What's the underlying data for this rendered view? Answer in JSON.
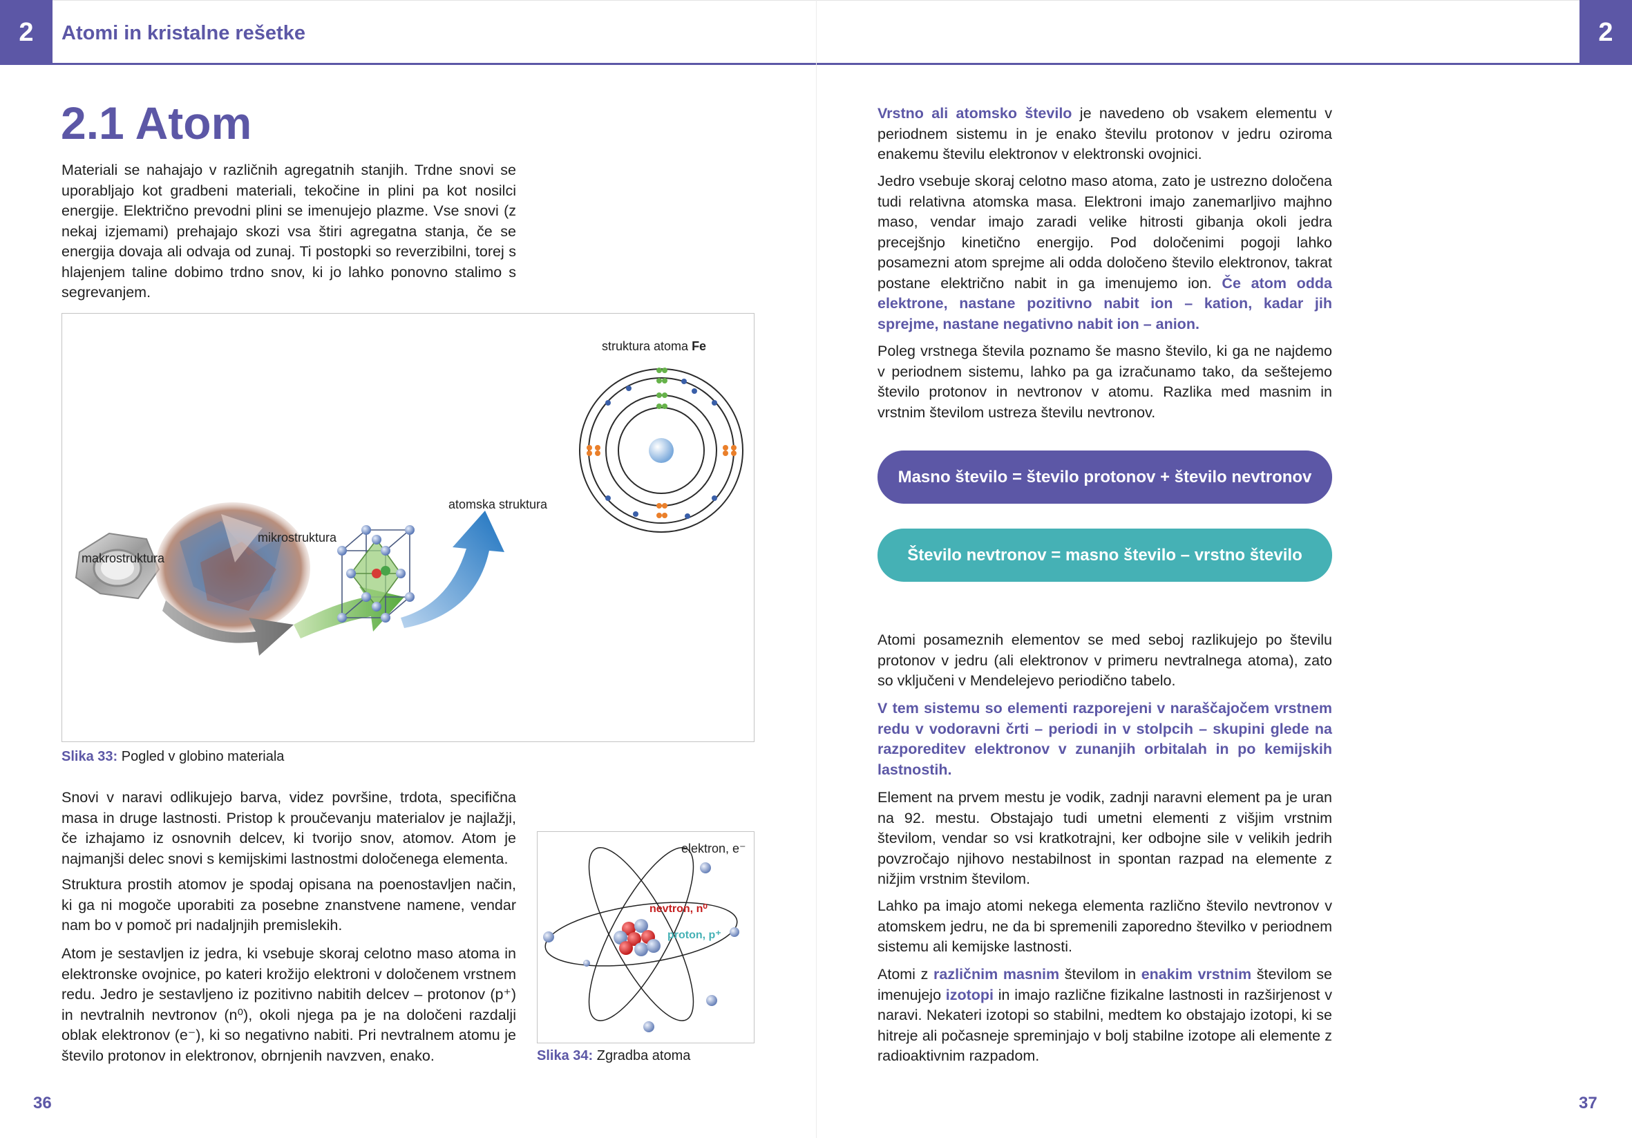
{
  "left_page": {
    "chapter_number": "2",
    "chapter_title": "Atomi in kristalne rešetke",
    "section_title": "2.1 Atom",
    "intro_paragraph": "Materiali se nahajajo v različnih agregatnih stanjih. Trdne snovi se uporabljajo kot gradbeni materiali, tekočine in plini pa kot nosilci energije. Električno prevodni plini se imenujejo plazme. Vse snovi (z nekaj izjemami) prehajajo skozi vsa štiri agregatna stanja, če se energija dovaja ali odvaja od zunaj. Ti postopki so reverzibilni, torej s hlajenjem taline dobimo trdno snov, ki jo lahko ponovno stalimo s segrevanjem.",
    "figure33": {
      "labels": {
        "makro": "makrostruktura",
        "mikro": "mikrostruktura",
        "atomska": "atomska struktura",
        "struktura_prefix": "struktura atoma ",
        "struktura_element": "Fe"
      },
      "caption_label": "Slika 33:",
      "caption_text": " Pogled v globino materiala"
    },
    "paragraph2": "Snovi v naravi odlikujejo barva, videz površine, trdota, specifična masa in druge lastnosti. Pristop k proučevanju materialov je najlažji, če izhajamo iz osnovnih delcev, ki tvorijo snov, atomov. Atom je najmanjši delec snovi s kemijskimi lastnostmi določenega elementa.",
    "paragraph3": "Struktura prostih atomov je spodaj opisana na poenostavljen način, ki ga ni mogoče uporabiti za posebne znanstvene namene, vendar nam bo v pomoč pri nadaljnjih premislekih.",
    "paragraph4_html": "Atom je sestavljen iz jedra, ki vsebuje skoraj celotno maso atoma in elektronske ovojnice, po kateri krožijo elektroni v določenem vrstnem redu. Jedro je sestavljeno iz pozitivno nabitih delcev – protonov (p⁺) in nevtralnih nevtronov (n⁰), okoli njega pa je na določeni razdalji oblak elektronov (e⁻), ki so negativno nabiti. Pri nevtralnem atomu je število protonov in elektronov, obrnjenih navzven, enako.",
    "figure34": {
      "elektron": "elektron, e⁻",
      "nevtron": "nevtron, n⁰",
      "proton": "proton, p⁺",
      "caption_label": "Slika 34:",
      "caption_text": " Zgradba atoma"
    },
    "page_number": "36"
  },
  "right_page": {
    "chapter_number": "2",
    "p1_hl": "Vrstno ali atomsko število",
    "p1_rest": " je navedeno ob vsakem elementu v periodnem sistemu in je enako številu protonov v jedru oziroma enakemu številu elektronov v elektronski ovojnici.",
    "p2_text": "Jedro vsebuje skoraj celotno maso atoma, zato je ustrezno določena tudi relativna atomska masa. Elektroni imajo zanemarljivo majhno maso, vendar imajo zaradi velike hitrosti gibanja okoli jedra precejšnjo kinetično energijo. Pod določenimi pogoji lahko posamezni atom sprejme ali odda določeno število elektronov, takrat postane električno nabit in ga imenujemo ion. ",
    "p2_hl": "Če atom odda elektrone, nastane pozitivno nabit ion – kation, kadar jih sprejme, nastane negativno nabit ion – anion.",
    "p3": "Poleg vrstnega števila poznamo še masno število, ki ga ne najdemo v periodnem sistemu, lahko pa ga izračunamo tako, da seštejemo število protonov in nevtronov v atomu. Razlika med masnim in vrstnim številom ustreza številu nevtronov.",
    "formula1": "Masno število = število protonov + število nevtronov",
    "formula2": "Število nevtronov = masno število – vrstno število",
    "p4": "Atomi posameznih elementov se med seboj razlikujejo po številu protonov v jedru (ali elektronov v primeru nevtralnega atoma), zato so vključeni v Mendelejevo periodično tabelo.",
    "p5_hl": "V tem sistemu so elementi razporejeni v naraščajočem vrstnem redu v vodoravni črti – periodi in v stolpcih – skupini glede na razporeditev elektronov v zunanjih orbitalah in po kemijskih lastnostih.",
    "p6": "Element na prvem mestu je vodik, zadnji naravni element pa je uran na 92. mestu. Obstajajo tudi umetni elementi z višjim vrstnim številom, vendar so vsi kratkotrajni, ker odbojne sile v velikih jedrih povzročajo njihovo nestabilnost in spontan razpad na elemente z nižjim vrstnim številom.",
    "p7": "Lahko pa imajo atomi nekega elementa različno število nevtronov v atomskem jedru, ne da bi spremenili zaporedno številko v periodnem sistemu ali kemijske lastnosti.",
    "p8_a": "Atomi z ",
    "p8_b": "različnim masnim",
    "p8_c": " številom in ",
    "p8_d": "enakim vrstnim",
    "p8_e": " številom se imenujejo ",
    "p8_f": "izotopi",
    "p8_g": " in imajo različne fizikalne lastnosti in razširjenost v naravi. Nekateri izotopi so stabilni, medtem ko obstajajo izotopi, ki se hitreje ali počasneje spreminjajo v bolj stabilne izotope ali elemente z radioaktivnim razpadom.",
    "page_number": "37"
  },
  "colors": {
    "accent": "#5c57a6",
    "teal": "#45b1b5",
    "text": "#1f1f1f"
  }
}
